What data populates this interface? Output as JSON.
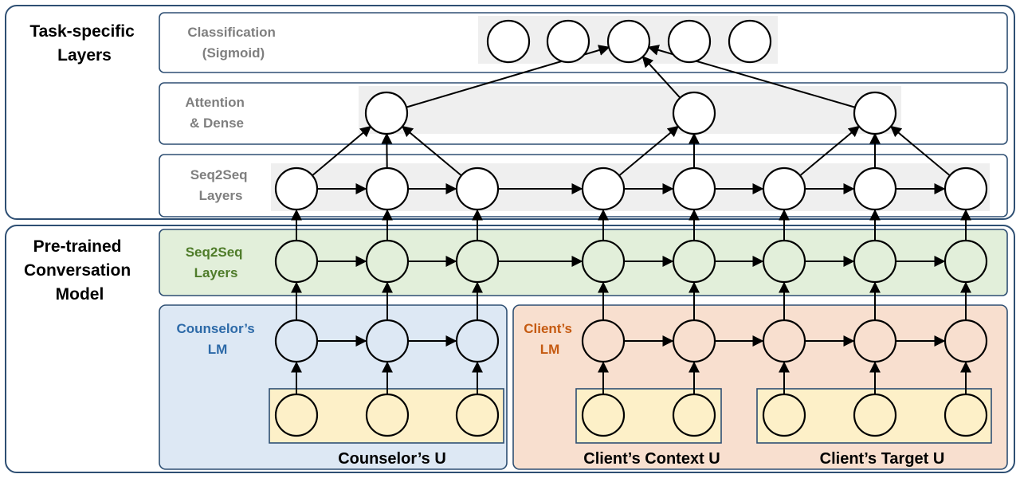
{
  "sections": {
    "task_specific": "Task-specific Layers",
    "task_specific_lines": [
      "Task-specific",
      "Layers"
    ],
    "pretrained_lines": [
      "Pre-trained",
      "Conversation",
      "Model"
    ]
  },
  "layers": {
    "classification_lines": [
      "Classification",
      "(Sigmoid)"
    ],
    "attention_lines": [
      "Attention",
      "& Dense"
    ],
    "seq2seq_top_lines": [
      "Seq2Seq",
      "Layers"
    ],
    "seq2seq_pre_lines": [
      "Seq2Seq",
      "Layers"
    ],
    "counselor_lm_lines": [
      "Counselor’s",
      "LM"
    ],
    "client_lm_lines": [
      "Client’s",
      "LM"
    ]
  },
  "inputs": {
    "counselor_u": "Counselor’s U",
    "client_context_u": "Client’s Context U",
    "client_target_u": "Client’s Target U"
  },
  "colors": {
    "frame": "#2e4f73",
    "green_fill": "#e2efda",
    "green_text": "#4f7c2a",
    "blue_fill": "#dde8f4",
    "blue_text": "#2d6aa8",
    "orange_fill": "#f8dfcf",
    "orange_text": "#c55a11",
    "yellow_fill": "#fdf0c8",
    "gray_band": "#efefef",
    "gray_text": "#7f7f7f"
  }
}
